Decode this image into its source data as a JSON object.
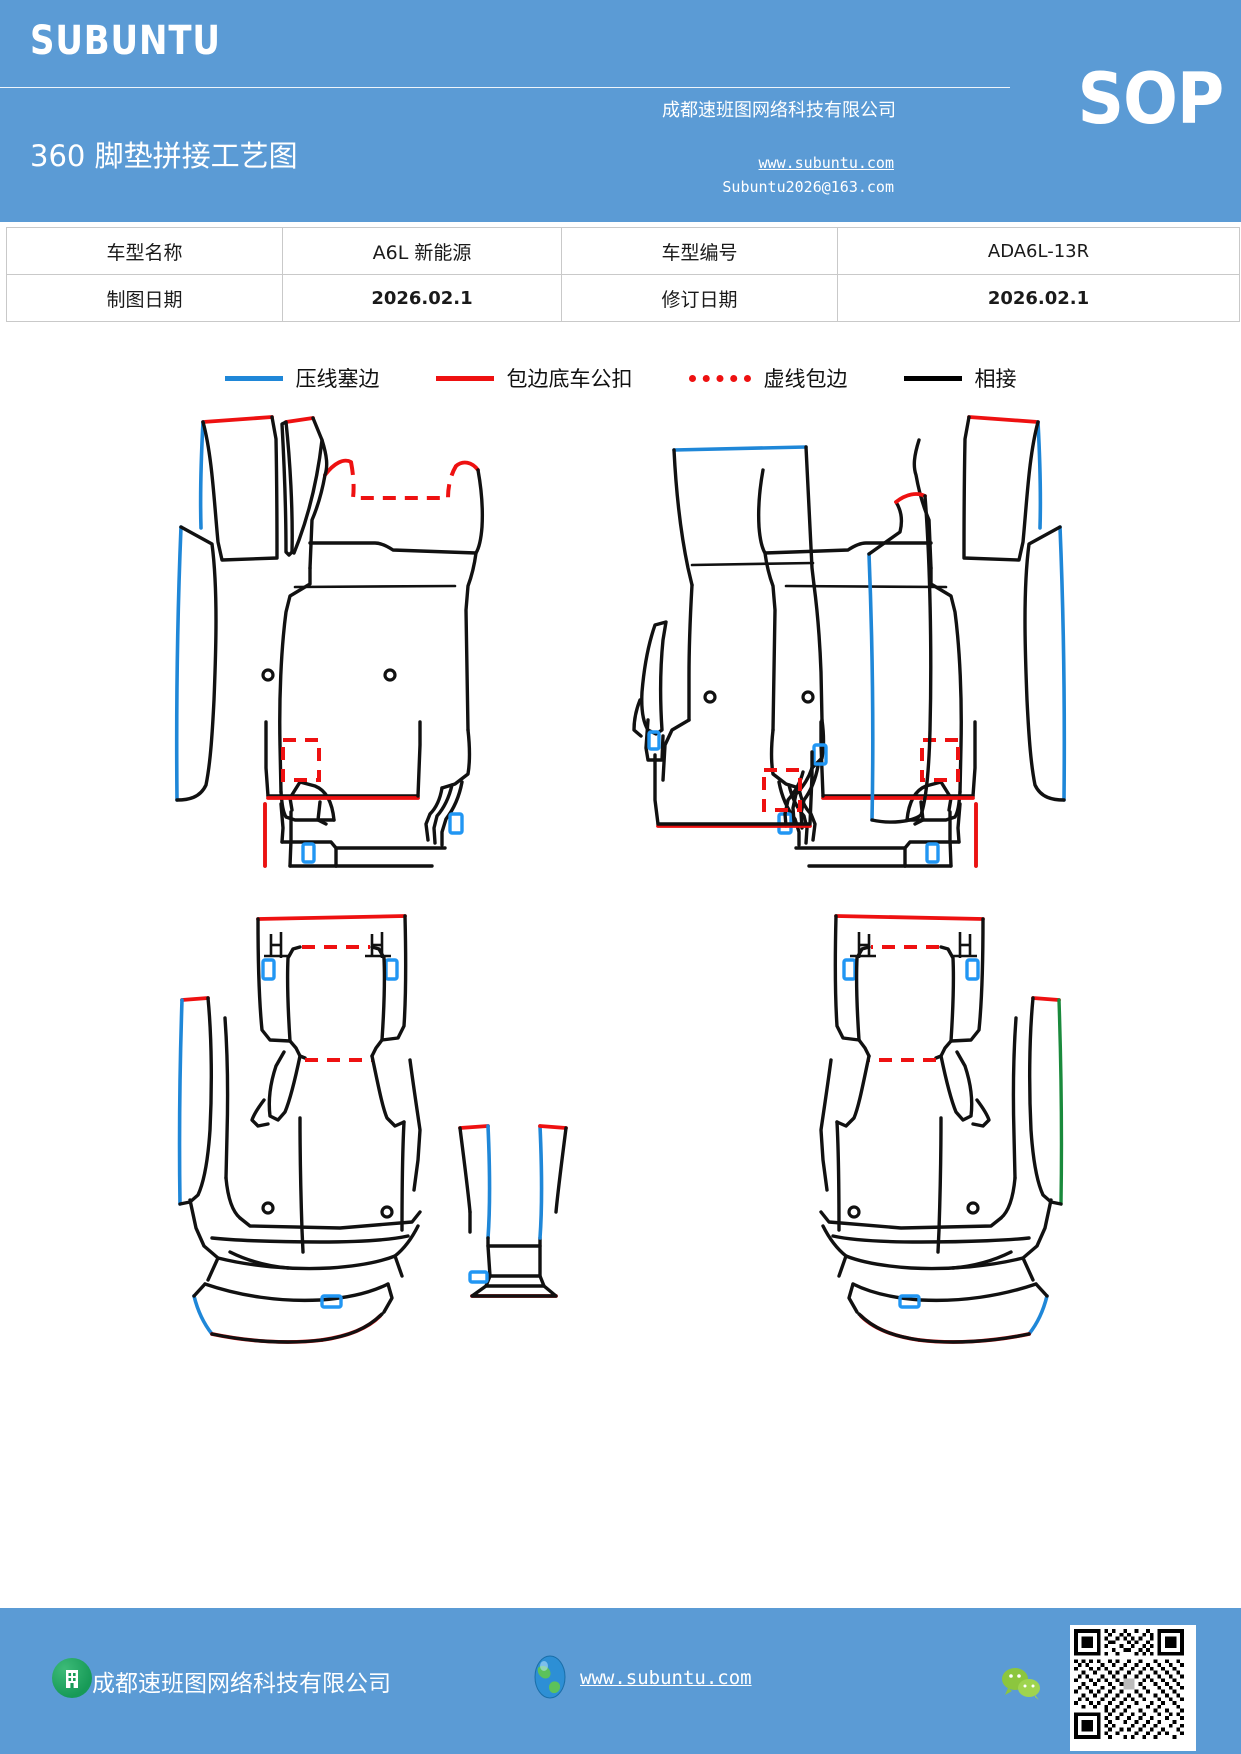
{
  "header": {
    "brand": "SUBUNTU",
    "doc_title": "360 脚垫拼接工艺图",
    "badge": "SOP",
    "company": "成都速班图网络科技有限公司",
    "website": "www.subuntu.com",
    "email": "Subuntu2026@163.com",
    "bg_color": "#5b9bd5"
  },
  "info_table": {
    "rows": [
      {
        "label1": "车型名称",
        "value1": "A6L 新能源",
        "label2": "车型编号",
        "value2": "ADA6L-13R"
      },
      {
        "label1": "制图日期",
        "value1": "2026.02.1",
        "label2": "修订日期",
        "value2": "2026.02.1"
      }
    ]
  },
  "legend": {
    "items": [
      {
        "label": "压线塞边",
        "color": "#1f87d8",
        "style": "solid"
      },
      {
        "label": "包边底车公扣",
        "color": "#ee1111",
        "style": "solid"
      },
      {
        "label": "虚线包边",
        "color": "#ee1111",
        "style": "dotted"
      },
      {
        "label": "相接",
        "color": "#000000",
        "style": "solid"
      }
    ]
  },
  "diagram": {
    "title": "360 脚垫拼接工艺图",
    "colors": {
      "outline": "#111111",
      "blue_edge": "#1f87d8",
      "red_edge": "#ee1111",
      "green_edge": "#1a8a3c",
      "clip": "#2196f3"
    },
    "parts": [
      {
        "name": "front-left-mat-assembly",
        "position": "top-left"
      },
      {
        "name": "front-right-mat-assembly",
        "position": "top-right"
      },
      {
        "name": "rear-left-mat-assembly",
        "position": "bottom-left"
      },
      {
        "name": "rear-center-tunnel-mat",
        "position": "bottom-center"
      },
      {
        "name": "rear-right-mat-assembly",
        "position": "bottom-right"
      }
    ]
  },
  "footer": {
    "company": "成都速班图网络科技有限公司",
    "website": "www.subuntu.com",
    "bg_color": "#5b9bd5"
  }
}
